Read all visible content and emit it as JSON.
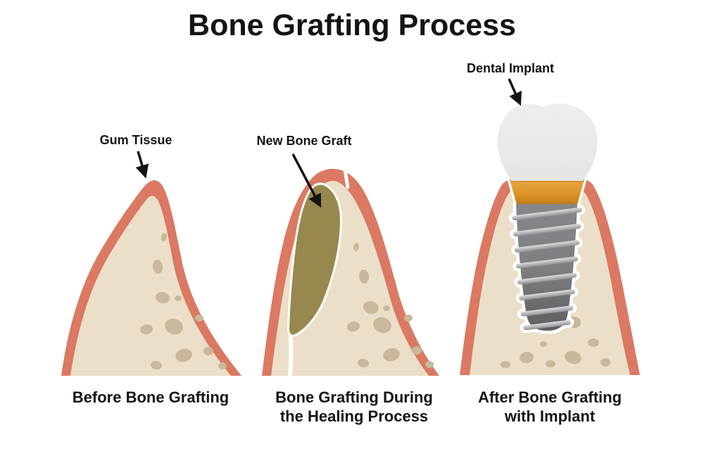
{
  "title": "Bone Grafting Process",
  "annotations": {
    "gum_tissue": "Gum Tissue",
    "new_bone_graft": "New Bone Graft",
    "dental_implant": "Dental Implant"
  },
  "captions": {
    "before": "Before Bone Grafting",
    "during_line1": "Bone Grafting During",
    "during_line2": "the Healing Process",
    "after_line1": "After Bone Grafting",
    "after_line2": "with Implant"
  },
  "colors": {
    "background": "#ffffff",
    "gum": "#db7963",
    "bone": "#ebdfc9",
    "bone_spots": "#c9b89b",
    "graft": "#97894e",
    "gap_white": "#ffffff",
    "crown": "#e9e9ea",
    "abutment_orange": "#db9327",
    "screw_gray": "#7a7c7e",
    "thread_gray": "#c6c7c9",
    "arrow_black": "#141414",
    "text": "#141414"
  }
}
